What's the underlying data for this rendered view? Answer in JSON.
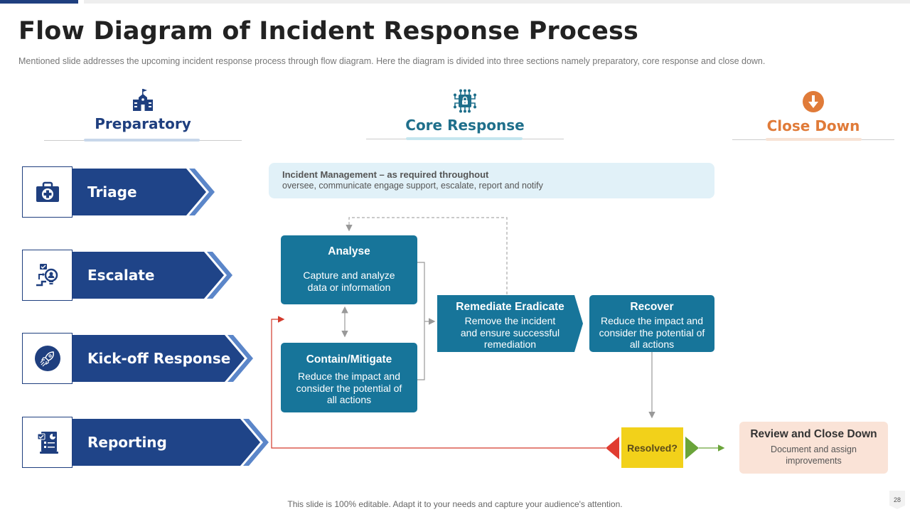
{
  "slide": {
    "title": "Flow Diagram of Incident Response Process",
    "subtitle": "Mentioned slide addresses the upcoming incident response process through flow diagram. Here the diagram is divided into three sections namely preparatory, core response and close down.",
    "footer": "This slide is 100% editable. Adapt it to your needs and capture your audience's attention.",
    "page_number": "28"
  },
  "sections": [
    {
      "label": "Preparatory",
      "icon": "school-building-icon",
      "color": "#1f3f7f"
    },
    {
      "label": "Core Response",
      "icon": "circuit-lock-icon",
      "color": "#1f6f8b"
    },
    {
      "label": "Close Down",
      "icon": "arrow-down-circle-icon",
      "color": "#e07b39"
    }
  ],
  "phases": [
    {
      "label": "Triage",
      "icon": "first-aid-kit-icon"
    },
    {
      "label": "Escalate",
      "icon": "idea-person-icon"
    },
    {
      "label": "Kick-off Response",
      "icon": "rocket-icon"
    },
    {
      "label": "Reporting",
      "icon": "report-document-icon"
    }
  ],
  "banner": {
    "title": "Incident Management – as required throughout",
    "description": "oversee, communicate engage support, escalate, report and notify"
  },
  "process": {
    "analyse": {
      "title": "Analyse",
      "description": "Capture and analyze data or information"
    },
    "contain": {
      "title": "Contain/Mitigate",
      "description": "Reduce the impact and consider the potential of all actions"
    },
    "remediate": {
      "title": "Remediate Eradicate",
      "description": "Remove the incident and ensure successful remediation"
    },
    "recover": {
      "title": "Recover",
      "description": "Reduce the impact and consider the potential of all actions"
    },
    "decision": {
      "label": "Resolved?"
    },
    "review": {
      "title": "Review and Close Down",
      "description": "Document and assign improvements"
    }
  },
  "colors": {
    "navy": "#1f3f7f",
    "navy_light": "#5b86c9",
    "teal": "#17759a",
    "orange": "#e07b39",
    "yes_green": "#6aa43a",
    "no_red": "#e03c31",
    "decision_yellow": "#f2d11a"
  }
}
